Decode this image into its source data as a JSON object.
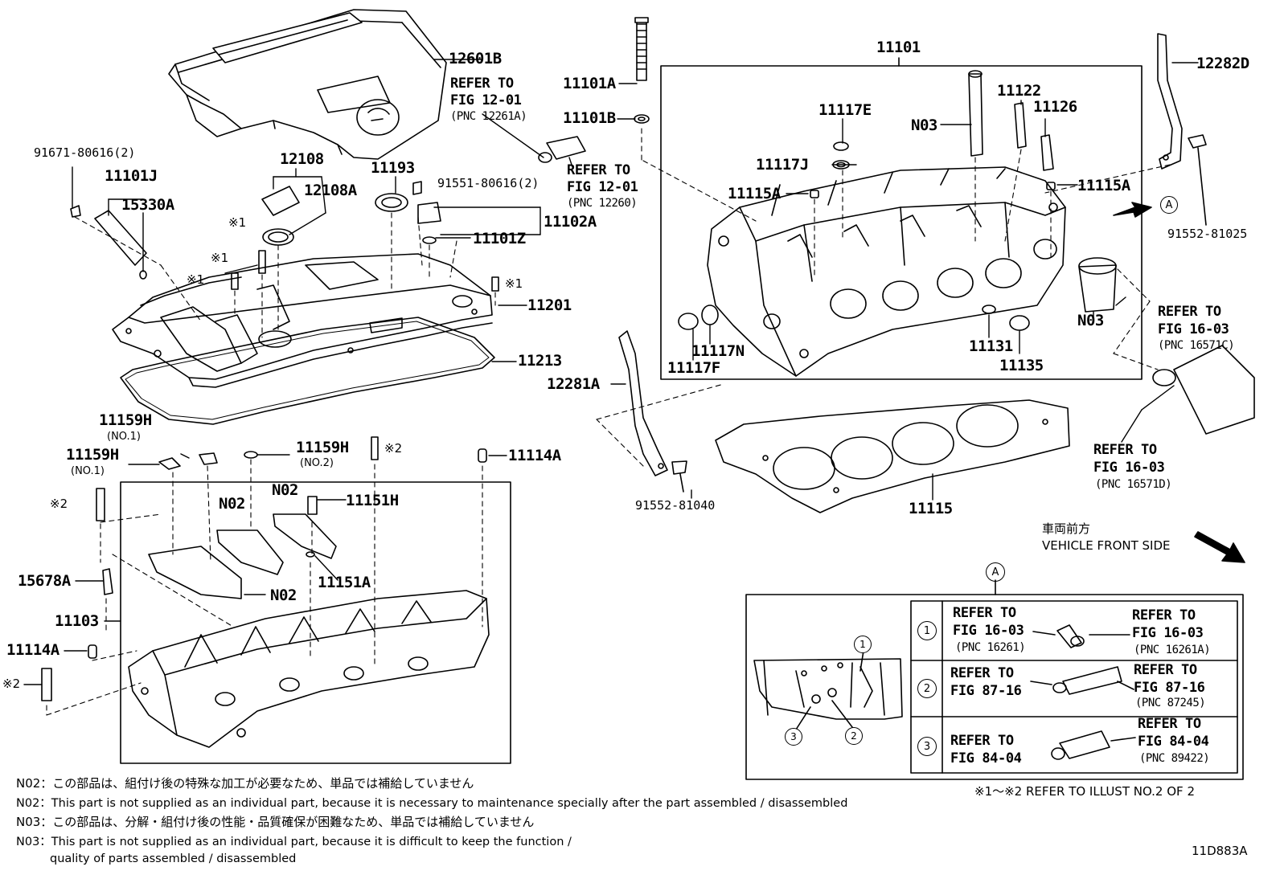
{
  "labels": {
    "p12601B": "12601B",
    "p11101A": "11101A",
    "p11101B": "11101B",
    "p11101": "11101",
    "p12282D": "12282D",
    "p11122": "11122",
    "p11126": "11126",
    "p11117E": "11117E",
    "pN03a": "N03",
    "p11117J": "11117J",
    "p11115A_l": "11115A",
    "p11115A_r": "11115A",
    "p91552_81025": "91552-81025",
    "p91671": "91671-80616(2)",
    "p11101J": "11101J",
    "p15330A": "15330A",
    "p12108": "12108",
    "p12108A": "12108A",
    "p11193": "11193",
    "p91551": "91551-80616(2)",
    "p11102A": "11102A",
    "p11101Z": "11101Z",
    "p11201": "11201",
    "p11213": "11213",
    "pN03b": "N03",
    "p11117N": "11117N",
    "p11117F": "11117F",
    "p11131": "11131",
    "p11135": "11135",
    "p12281A": "12281A",
    "p11115": "11115",
    "p91552_81040": "91552-81040",
    "p11159H_a": "11159H",
    "p11159H_b": "11159H",
    "p11159H_c": "11159H",
    "p11114A_a": "11114A",
    "p11114A_b": "11114A",
    "pN02a": "N02",
    "pN02b": "N02",
    "pN02c": "N02",
    "p11151H": "11151H",
    "p11151A": "11151A",
    "p15678A": "15678A",
    "p11103": "11103"
  },
  "sublabels": {
    "no1_a": "(NO.1)",
    "no1_b": "(NO.1)",
    "no2": "(NO.2)"
  },
  "marks": {
    "m1a": "※1",
    "m1b": "※1",
    "m1c": "※1",
    "m1d": "※1",
    "m2a": "※2",
    "m2b": "※2",
    "m2c": "※2"
  },
  "refs": {
    "r1": {
      "line1": "REFER TO",
      "line2": "FIG 12-01",
      "pnc": "(PNC 12261A)"
    },
    "r2": {
      "line1": "REFER TO",
      "line2": "FIG 12-01",
      "pnc": "(PNC 12260)"
    },
    "r3": {
      "line1": "REFER TO",
      "line2": "FIG 16-03",
      "pnc": "(PNC 16571C)"
    },
    "r4": {
      "line1": "REFER TO",
      "line2": "FIG 16-03",
      "pnc": "(PNC 16571D)"
    }
  },
  "front": {
    "jp": "車両前方",
    "en": "VEHICLE FRONT SIDE"
  },
  "callout": "A",
  "detail": {
    "letter": "A",
    "rows": [
      {
        "num": "1",
        "left": {
          "l1": "REFER TO",
          "l2": "FIG 16-03",
          "pnc": "(PNC 16261)"
        },
        "right": {
          "l1": "REFER TO",
          "l2": "FIG 16-03",
          "pnc": "(PNC 16261A)"
        }
      },
      {
        "num": "2",
        "left": {
          "l1": "REFER TO",
          "l2": "FIG 87-16",
          "pnc": ""
        },
        "right": {
          "l1": "REFER TO",
          "l2": "FIG 87-16",
          "pnc": "(PNC 87245)"
        }
      },
      {
        "num": "3",
        "left": {
          "l1": "REFER TO",
          "l2": "FIG 84-04",
          "pnc": ""
        },
        "right": {
          "l1": "REFER TO",
          "l2": "FIG 84-04",
          "pnc": "(PNC 89422)"
        }
      }
    ],
    "circles": [
      "1",
      "2",
      "3"
    ]
  },
  "illust_ref": "※1～※2  REFER TO ILLUST NO.2 OF 2",
  "notes": [
    "N02：この部品は、組付け後の特殊な加工が必要なため、単品では補給していません",
    "N02：This part is not supplied as an individual part, because it is necessary to maintenance specially after the part assembled / disassembled",
    "N03：この部品は、分解・組付け後の性能・品質確保が困難なため、単品では補給していません",
    "N03：This part is not supplied as an individual part, because it is difficult to keep the function /",
    "quality of parts  assembled / disassembled"
  ],
  "diagram_id": "11D883A"
}
